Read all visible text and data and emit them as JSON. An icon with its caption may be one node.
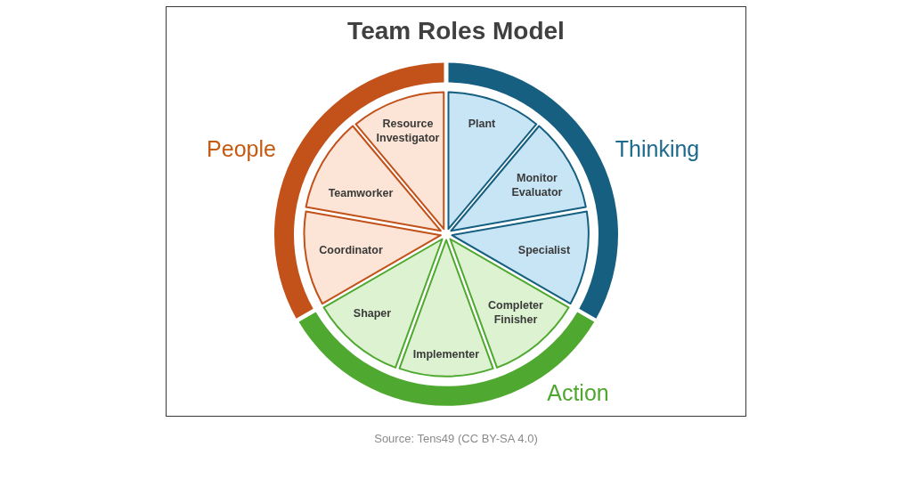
{
  "diagram": {
    "title": "Team Roles Model",
    "caption": "Source: Tens49 (CC BY-SA 4.0)",
    "nodes": [
      {
        "text": [
          "People"
        ]
      },
      {
        "text": [
          "Thinking"
        ]
      },
      {
        "text": [
          "Action"
        ]
      },
      {
        "text": [
          "Plant"
        ]
      },
      {
        "text": [
          "Monitor Evaluator"
        ]
      },
      {
        "text": [
          "Specialist"
        ]
      },
      {
        "text": [
          "Completer Finisher"
        ]
      },
      {
        "text": [
          "Implementer"
        ]
      },
      {
        "text": [
          "Shaper"
        ]
      },
      {
        "text": [
          "Coordinator"
        ]
      },
      {
        "text": [
          "Teamworker"
        ]
      },
      {
        "text": [
          "Resource Investigator"
        ]
      }
    ]
  }
}
